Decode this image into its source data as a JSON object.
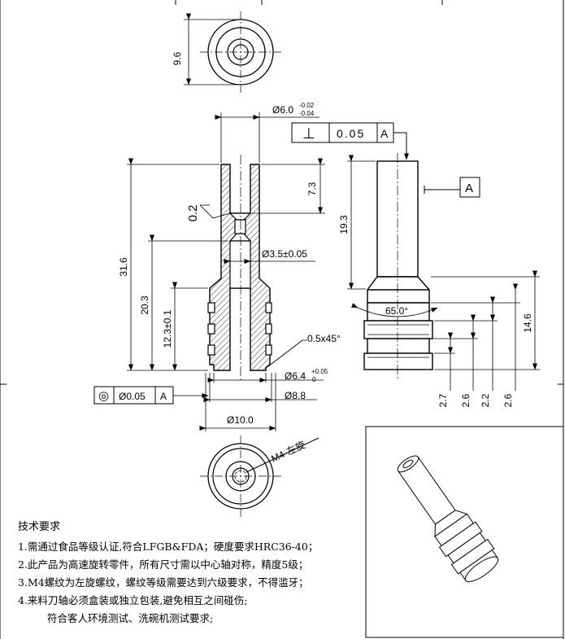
{
  "dimensions": {
    "d96": "9.6",
    "d60": "Ø6.0",
    "d60_upper": "-0.02",
    "d60_lower": "-0.04",
    "roughness": "0.2",
    "d73": "7.3",
    "d35": "Ø3.5±0.05",
    "d316": "31.6",
    "d203": "20.3",
    "d123": "12.3±0.1",
    "chamfer": "0.5x45°",
    "d64": "Ø6.4",
    "d64_upper": "+0.05",
    "d64_lower": "0",
    "d88": "Ø8.8",
    "d100": "Ø10.0",
    "thread": "M4-左旋",
    "d193": "19.3",
    "angle": "65.0°",
    "d146": "14.6",
    "d27": "2.7",
    "d26a": "2.6",
    "d22": "2.2",
    "d26b": "2.6"
  },
  "tolerance_frames": {
    "perpendicularity": {
      "symbol": "⊥",
      "value": "0.05",
      "datum": "A"
    },
    "concentricity": {
      "symbol": "◎",
      "value": "Ø0.05",
      "datum": "A"
    },
    "datum_label": "A"
  },
  "notes": {
    "title": "技术要求",
    "items": [
      "1.需通过食品等级认证,符合LFGB&FDA；硬度要求HRC36-40；",
      "2.此产品为高速旋转零件，所有尺寸需以中心轴对称，精度5级；",
      "3.M4螺纹为左旋螺纹，螺纹等级需要达到六级要求，不得滥牙；",
      "4.来料刀轴必须盒装或独立包装,避免相互之间碰伤;",
      "符合客人环境测试、洗碗机测试要求;"
    ]
  }
}
